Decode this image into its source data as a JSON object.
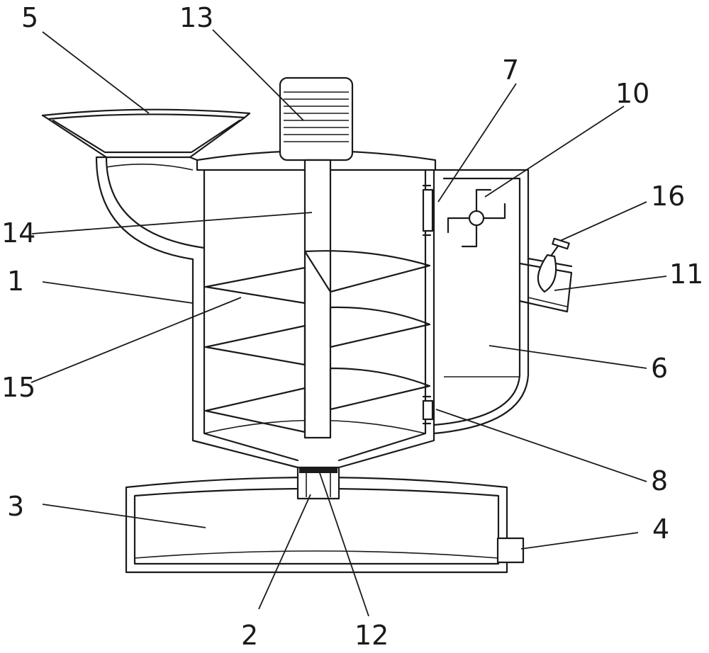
{
  "diagram": {
    "labels": {
      "l1": "1",
      "l2": "2",
      "l3": "3",
      "l4": "4",
      "l5": "5",
      "l6": "6",
      "l7": "7",
      "l8": "8",
      "l10": "10",
      "l11": "11",
      "l12": "12",
      "l13": "13",
      "l14": "14",
      "l15": "15",
      "l16": "16"
    },
    "colors": {
      "line": "#1a1a1a",
      "background": "#ffffff"
    }
  }
}
